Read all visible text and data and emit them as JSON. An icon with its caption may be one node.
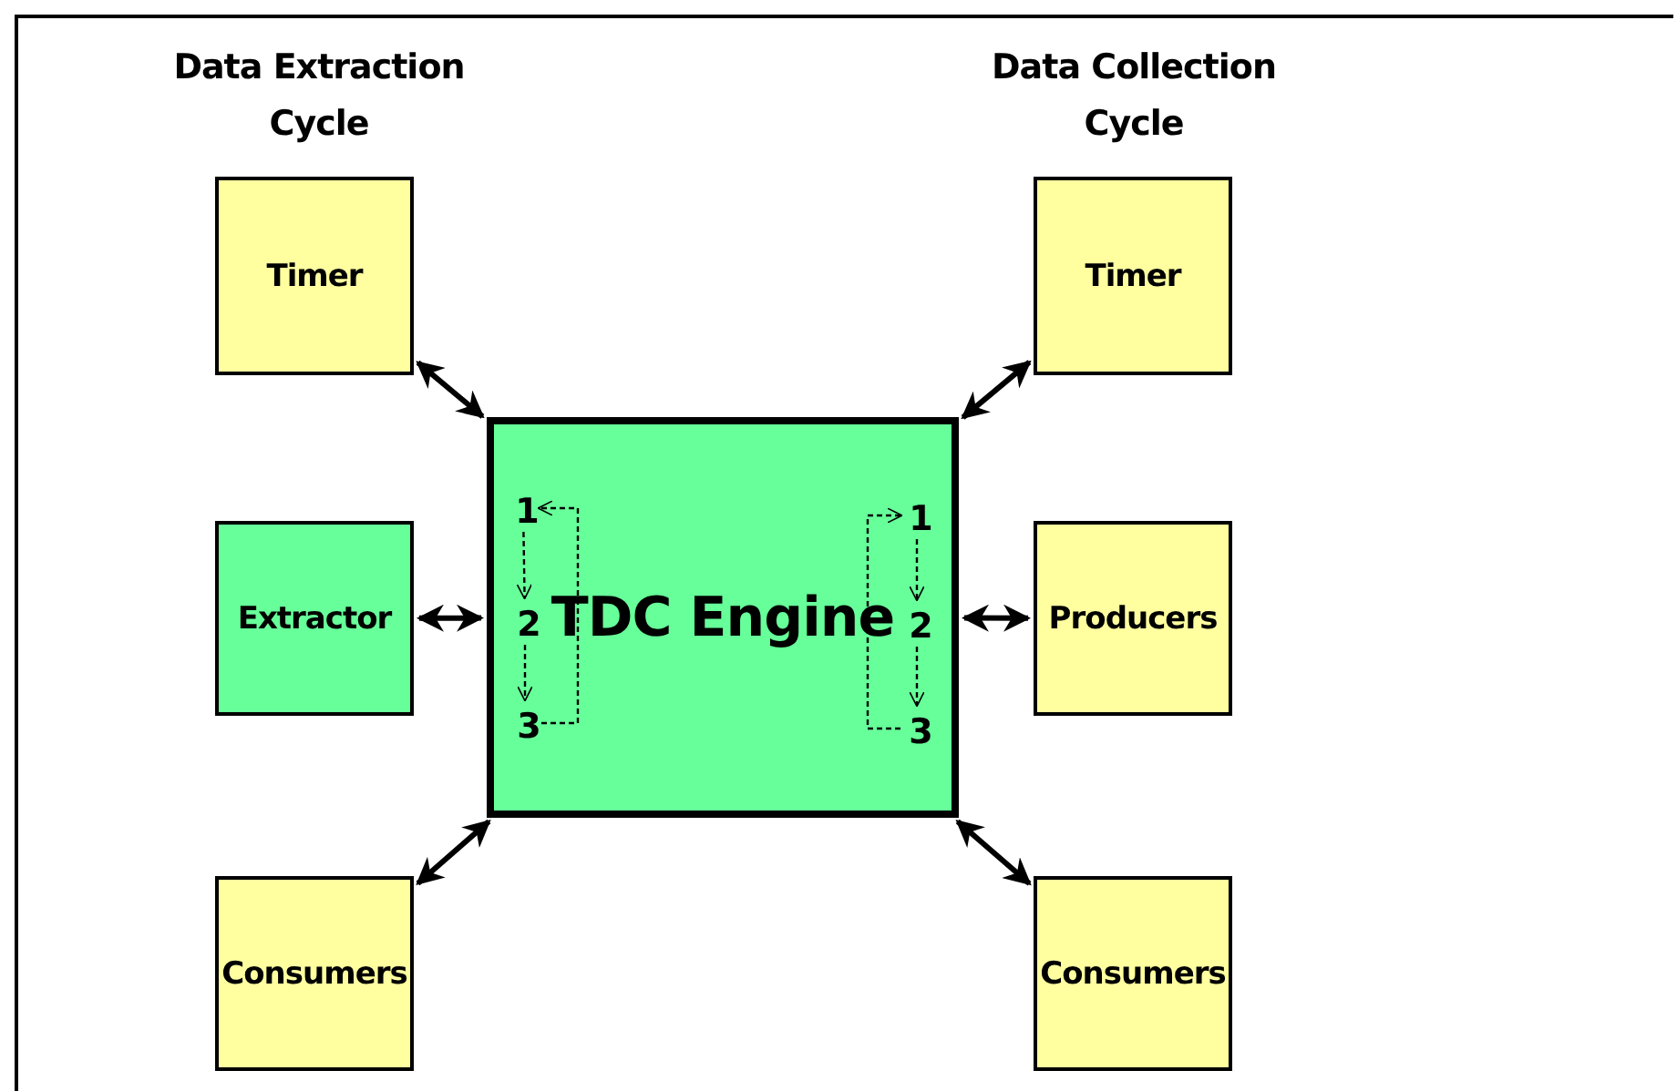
{
  "diagram": {
    "nodes": [
      {
        "text": [
          "Timer"
        ]
      },
      {
        "text": [
          "Timer"
        ]
      },
      {
        "text": [
          "Extractor"
        ]
      },
      {
        "text": [
          "TDC Engine"
        ]
      },
      {
        "text": [
          "1"
        ],
        "in": 3
      },
      {
        "text": [
          "2"
        ],
        "in": 3
      },
      {
        "text": [
          "3"
        ],
        "in": 3
      },
      {
        "text": [
          "1"
        ],
        "in": 3
      },
      {
        "text": [
          "2"
        ],
        "in": 3
      },
      {
        "text": [
          "3"
        ],
        "in": 3
      },
      {
        "text": [
          "Producers"
        ]
      },
      {
        "text": [
          "Consumers"
        ]
      },
      {
        "text": [
          "Consumers"
        ]
      }
    ],
    "edges": [
      {
        "from": 0,
        "to": 3,
        "arrow": "both",
        "style": "thick"
      },
      {
        "from": 2,
        "to": 3,
        "arrow": "both",
        "style": "thick"
      },
      {
        "from": 11,
        "to": 3,
        "arrow": "both",
        "style": "thick"
      },
      {
        "from": 1,
        "to": 3,
        "arrow": "both",
        "style": "thick"
      },
      {
        "from": 10,
        "to": 3,
        "arrow": "both",
        "style": "thick"
      },
      {
        "from": 12,
        "to": 3,
        "arrow": "both",
        "style": "thick"
      },
      {
        "from": 4,
        "to": 5,
        "arrow": "to",
        "style": "dashed"
      },
      {
        "from": 5,
        "to": 6,
        "arrow": "to",
        "style": "dashed"
      },
      {
        "from": 6,
        "to": 4,
        "arrow": "to",
        "style": "dashed"
      },
      {
        "from": 7,
        "to": 8,
        "arrow": "to",
        "style": "dashed"
      },
      {
        "from": 8,
        "to": 9,
        "arrow": "to",
        "style": "dashed"
      },
      {
        "from": 9,
        "to": 7,
        "arrow": "to",
        "style": "dashed"
      }
    ],
    "labels": [
      "Data Extraction Cycle",
      "Data Collection Cycle"
    ]
  }
}
